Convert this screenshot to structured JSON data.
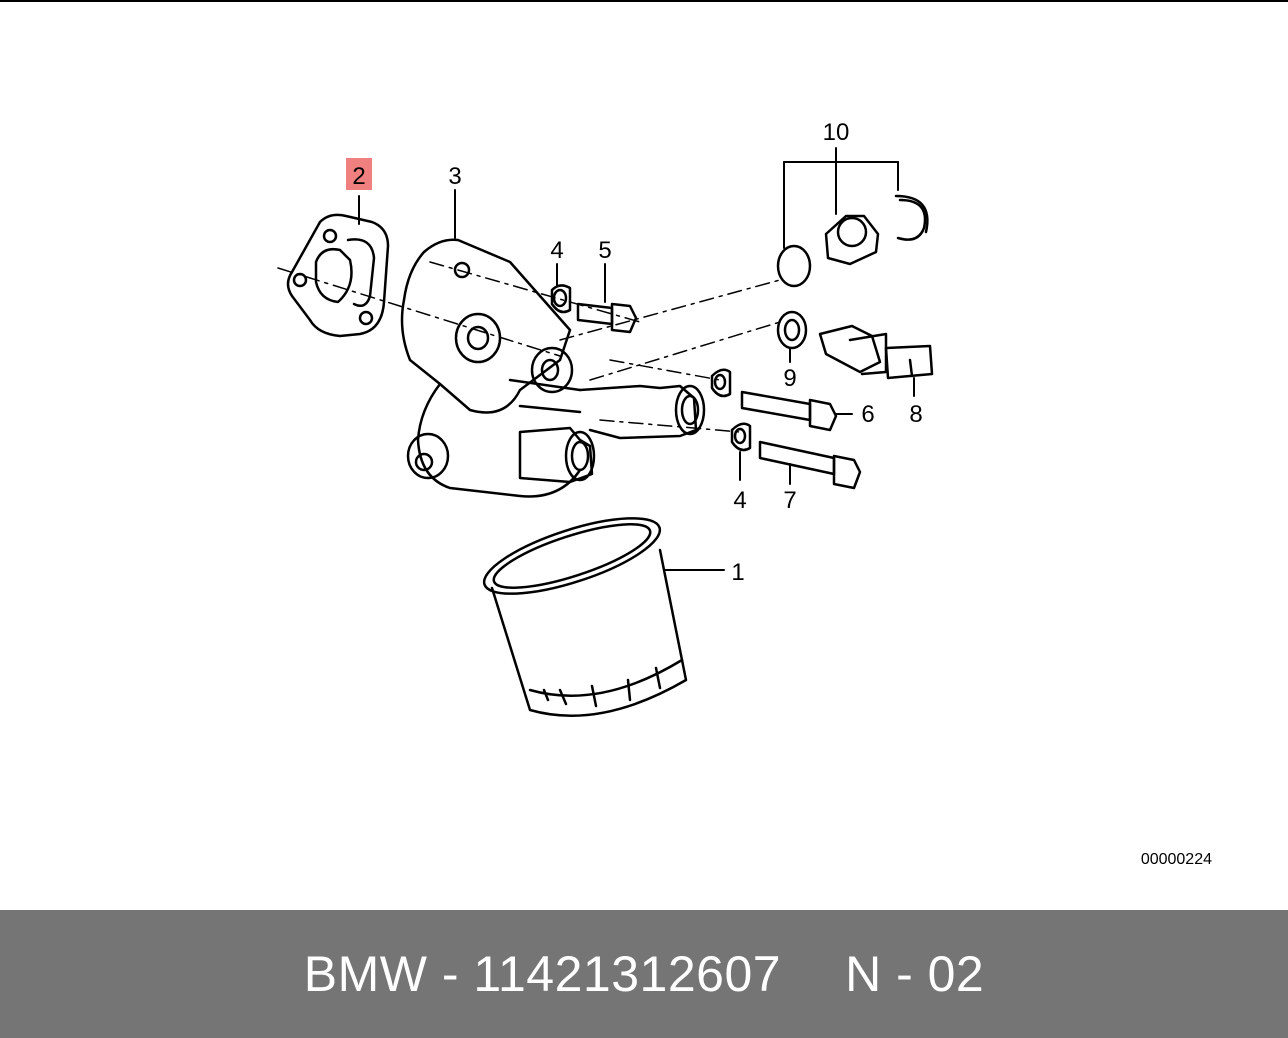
{
  "diagram": {
    "callouts": {
      "c1": "1",
      "c2": "2",
      "c3": "3",
      "c4a": "4",
      "c4b": "4",
      "c5": "5",
      "c6": "6",
      "c7": "7",
      "c8": "8",
      "c9": "9",
      "c10": "10"
    },
    "highlighted_callout": "2",
    "highlight_color": "#f08080",
    "drawing_number": "00000224"
  },
  "footer": {
    "brand": "BMW",
    "separator": " - ",
    "part_number": "11421312607",
    "position_label": "N - 02",
    "background_color": "#757575",
    "text_color": "#ffffff"
  }
}
